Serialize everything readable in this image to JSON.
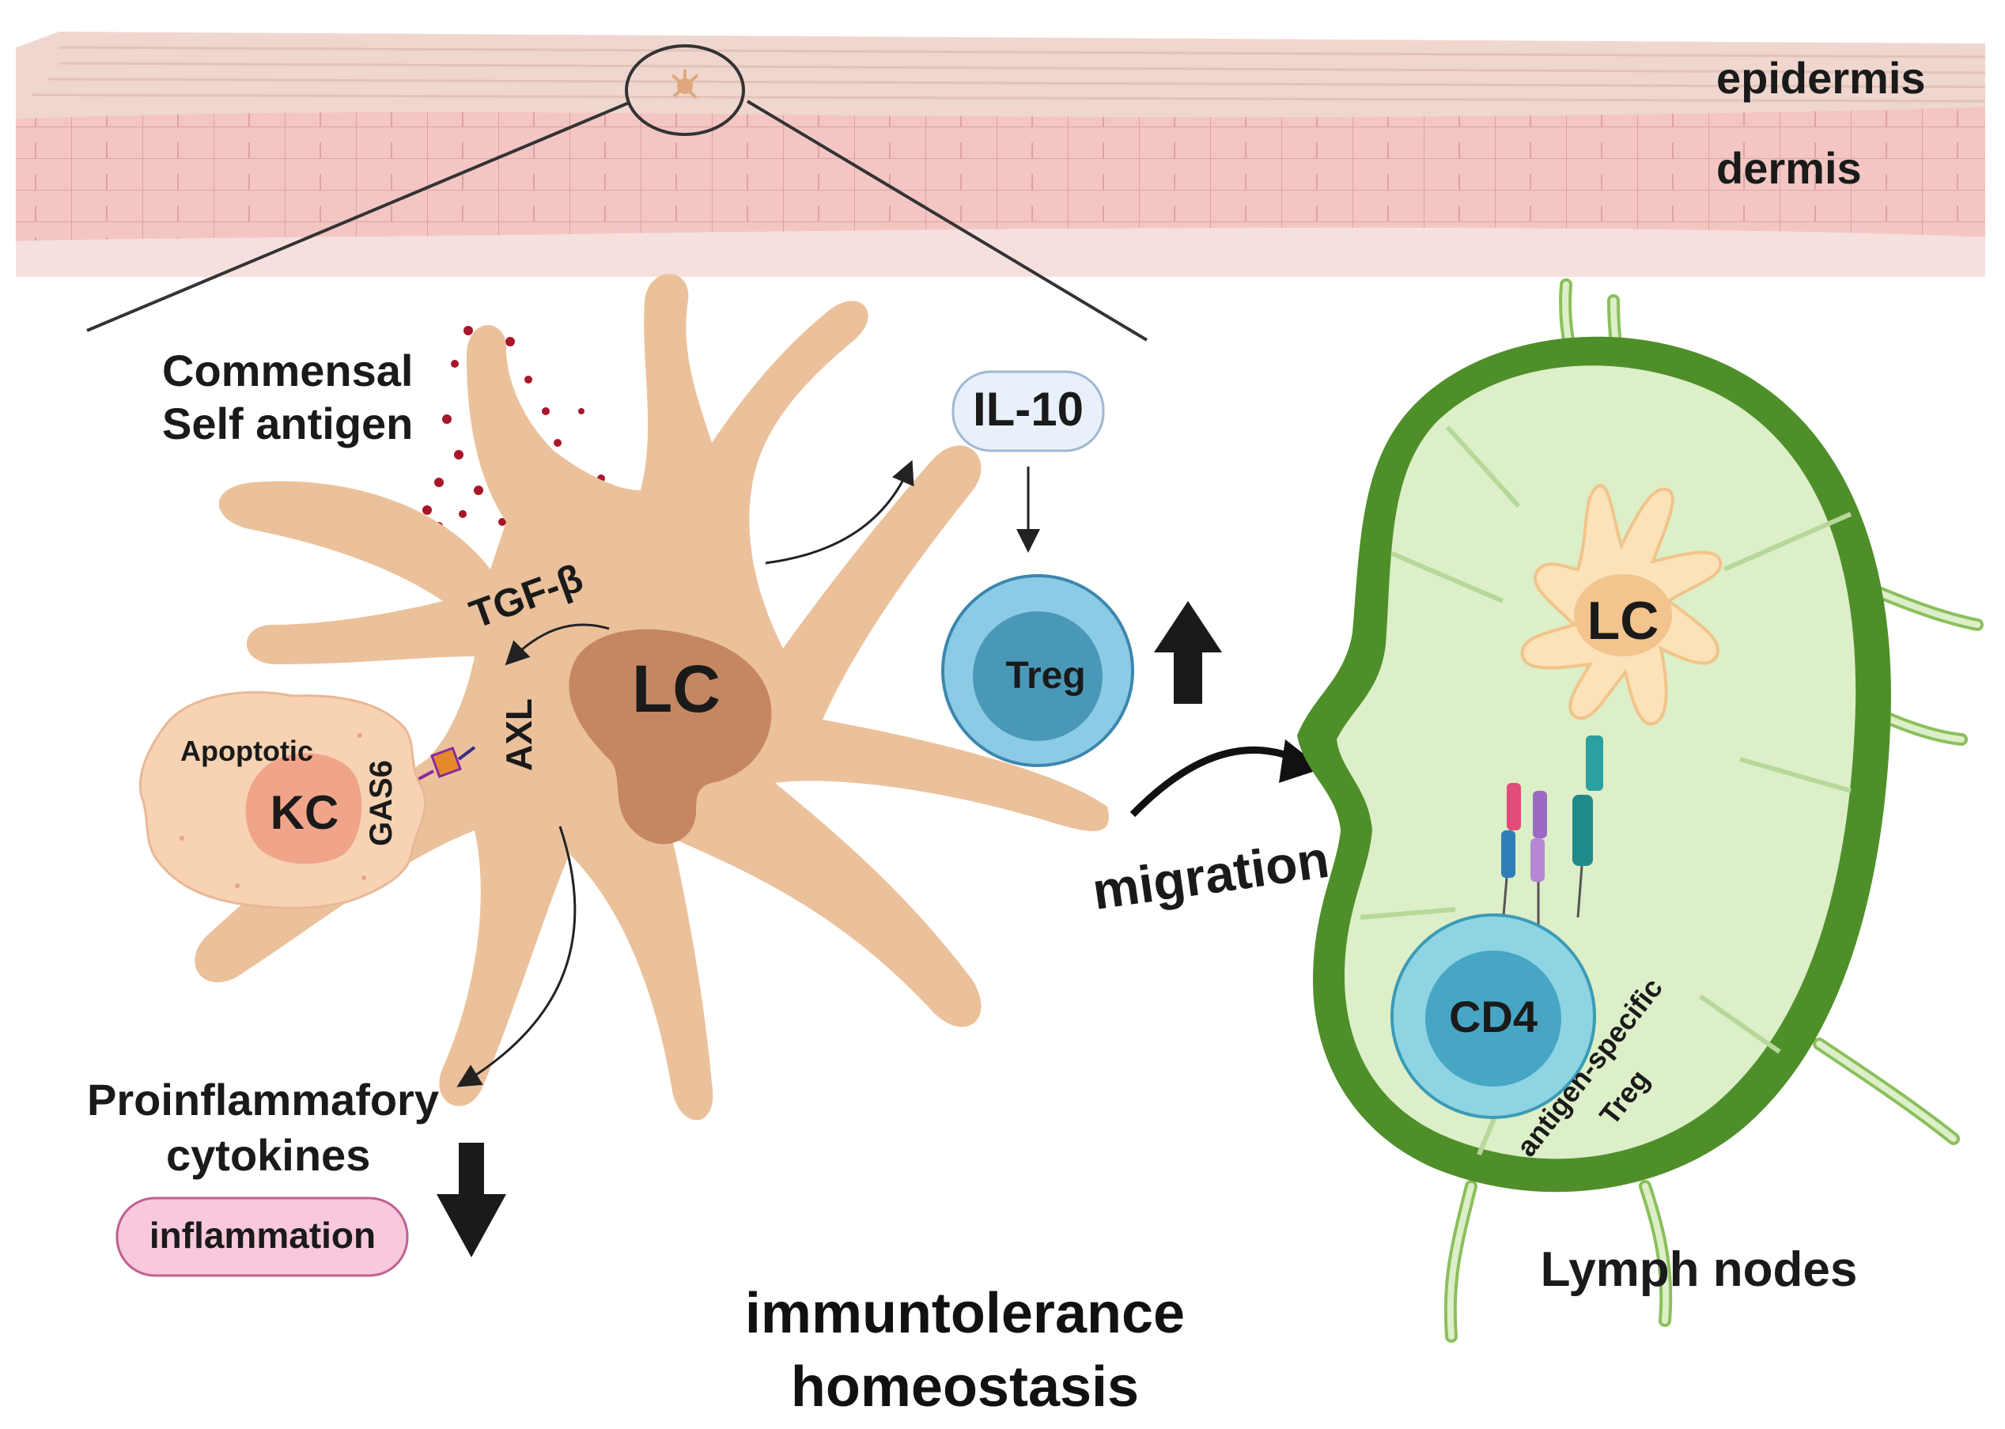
{
  "skin": {
    "epidermis": "epidermis",
    "dermis": "dermis"
  },
  "antigen": {
    "line1": "Commensal",
    "line2": "Self antigen"
  },
  "lc_cell": {
    "nucleus": "LC",
    "tgf": "TGF-β",
    "axl": "AXL",
    "gas6": "GAS6"
  },
  "keratinocyte": {
    "state": "Apoptotic",
    "name": "KC"
  },
  "il10": "IL-10",
  "treg": "Treg",
  "migration": "migration",
  "outcome": {
    "cytokines_line1": "Proinflammafory",
    "cytokines_line2": "cytokines",
    "inflammation": "inflammation"
  },
  "bottom": {
    "line1": "immuntolerance",
    "line2": "homeostasis"
  },
  "lymph_node": {
    "lc": "LC",
    "cd4": "CD4",
    "treg_line1": "antigen-specific",
    "treg_line2": "Treg",
    "title": "Lymph nodes"
  },
  "colors": {
    "skin_top": "#efd7cf",
    "skin_dermis": "#f3c6c4",
    "lc_body": "#ebc19b",
    "lc_nucleus": "#c58762",
    "kc_body": "#f7d3b3",
    "kc_nucleus": "#f0a58b",
    "treg_outer": "#8ccbe6",
    "treg_inner": "#4a98b8",
    "il10_fill": "#e8f1fa",
    "inflammation_fill": "#f8c8dc",
    "lymph_outer": "#4f8f2a",
    "lymph_inner": "#dcefc8",
    "antigen_dot": "#a8162b"
  }
}
